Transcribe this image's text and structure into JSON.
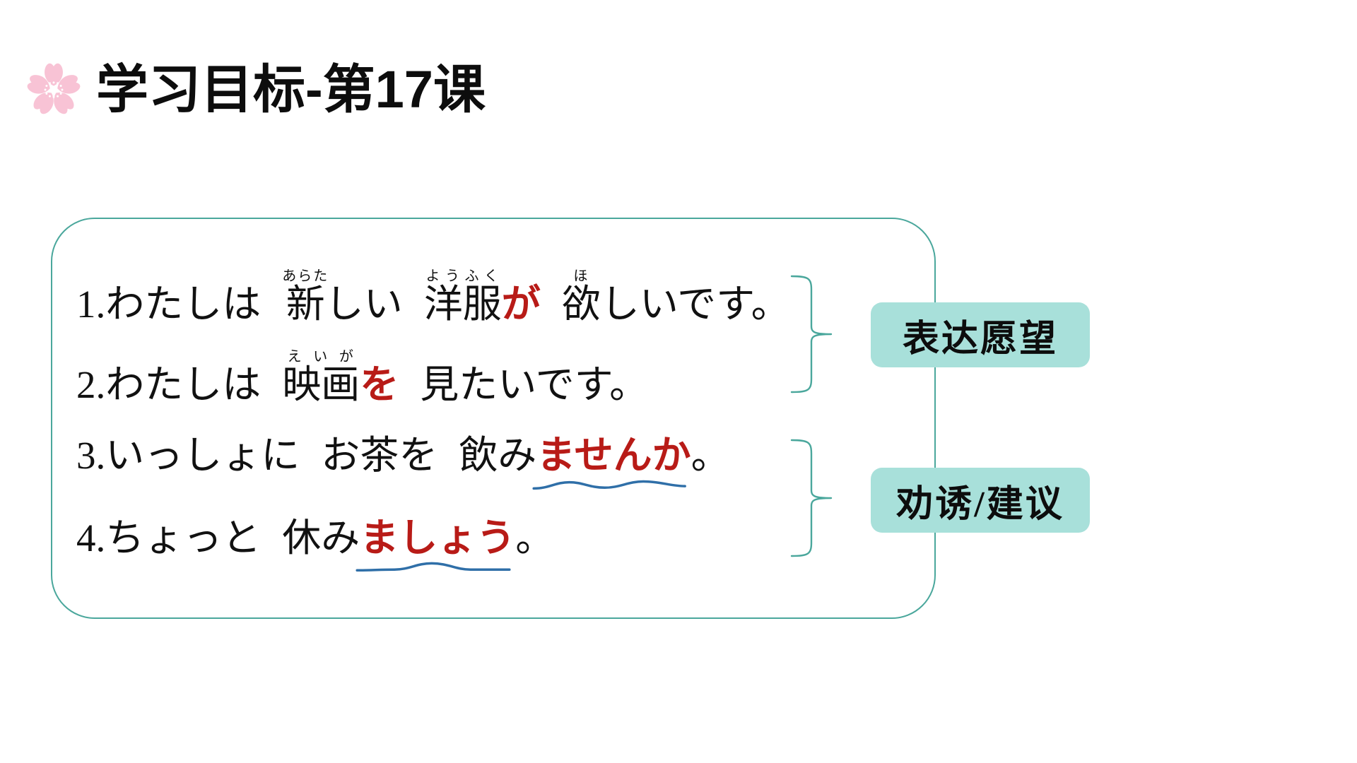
{
  "title": {
    "text": "学习目标-第17课",
    "icon": "sakura-flower-icon",
    "icon_color": "#f8c2d4"
  },
  "theme": {
    "box_border_color": "#4aa79c",
    "brace_color": "#4aa79c",
    "tag_background": "#a8e0da",
    "highlight_color": "#b81b17",
    "underline_color": "#2f6fa8",
    "text_color": "#111111"
  },
  "sentences": [
    {
      "number": "1.",
      "parts": [
        {
          "text": "わたしは",
          "style": "plain"
        },
        {
          "text": "新しい",
          "style": "plain",
          "furigana": "あらた",
          "ruby_base": "新"
        },
        {
          "text": "洋服",
          "style": "plain",
          "furigana": "ようふく"
        },
        {
          "text": "が",
          "style": "red"
        },
        {
          "text": "欲しいです。",
          "style": "plain",
          "furigana": "ほ",
          "ruby_base": "欲"
        }
      ],
      "plain": "1.わたしは　新しい　洋服が　欲しいです。"
    },
    {
      "number": "2.",
      "parts": [
        {
          "text": "わたしは",
          "style": "plain"
        },
        {
          "text": "映画",
          "style": "plain",
          "furigana": "えいが"
        },
        {
          "text": "を",
          "style": "red"
        },
        {
          "text": "見たいです。",
          "style": "plain"
        }
      ],
      "plain": "2.わたしは　映画を　見たいです。"
    },
    {
      "number": "3.",
      "parts": [
        {
          "text": "いっしょに",
          "style": "plain"
        },
        {
          "text": "お茶を",
          "style": "plain"
        },
        {
          "text": "飲み",
          "style": "plain"
        },
        {
          "text": "ませんか",
          "style": "red",
          "underline": "wavy"
        },
        {
          "text": "。",
          "style": "plain"
        }
      ],
      "plain": "3.いっしょに　お茶を　飲みませんか。"
    },
    {
      "number": "4.",
      "parts": [
        {
          "text": "ちょっと",
          "style": "plain"
        },
        {
          "text": "休み",
          "style": "plain"
        },
        {
          "text": "ましょう",
          "style": "red",
          "underline": "wavy"
        },
        {
          "text": "。",
          "style": "plain"
        }
      ],
      "plain": "4.ちょっと　休みましょう。"
    }
  ],
  "furigana": {
    "arata": "あらた",
    "youfuku": "ようふく",
    "ho": "ほ",
    "eiga": "えいが"
  },
  "line_text": {
    "s1_a": "1.",
    "s1_b": "わたしは",
    "s1_c": "新",
    "s1_d": "しい",
    "s1_e": "洋服",
    "s1_f": "が",
    "s1_g": "欲",
    "s1_h": "しいです。",
    "s2_a": "2.",
    "s2_b": "わたしは",
    "s2_c": "映画",
    "s2_d": "を",
    "s2_e": "見たいです。",
    "s3_a": "3.",
    "s3_b": "いっしょに",
    "s3_c": "お茶を",
    "s3_d": "飲み",
    "s3_e": "ませんか",
    "s3_f": "。",
    "s4_a": "4.",
    "s4_b": "ちょっと",
    "s4_c": "休み",
    "s4_d": "ましょう",
    "s4_e": "。"
  },
  "tags": [
    {
      "label": "表达愿望",
      "groups": [
        "1",
        "2"
      ]
    },
    {
      "label": "劝诱/建议",
      "groups": [
        "3",
        "4"
      ]
    }
  ]
}
